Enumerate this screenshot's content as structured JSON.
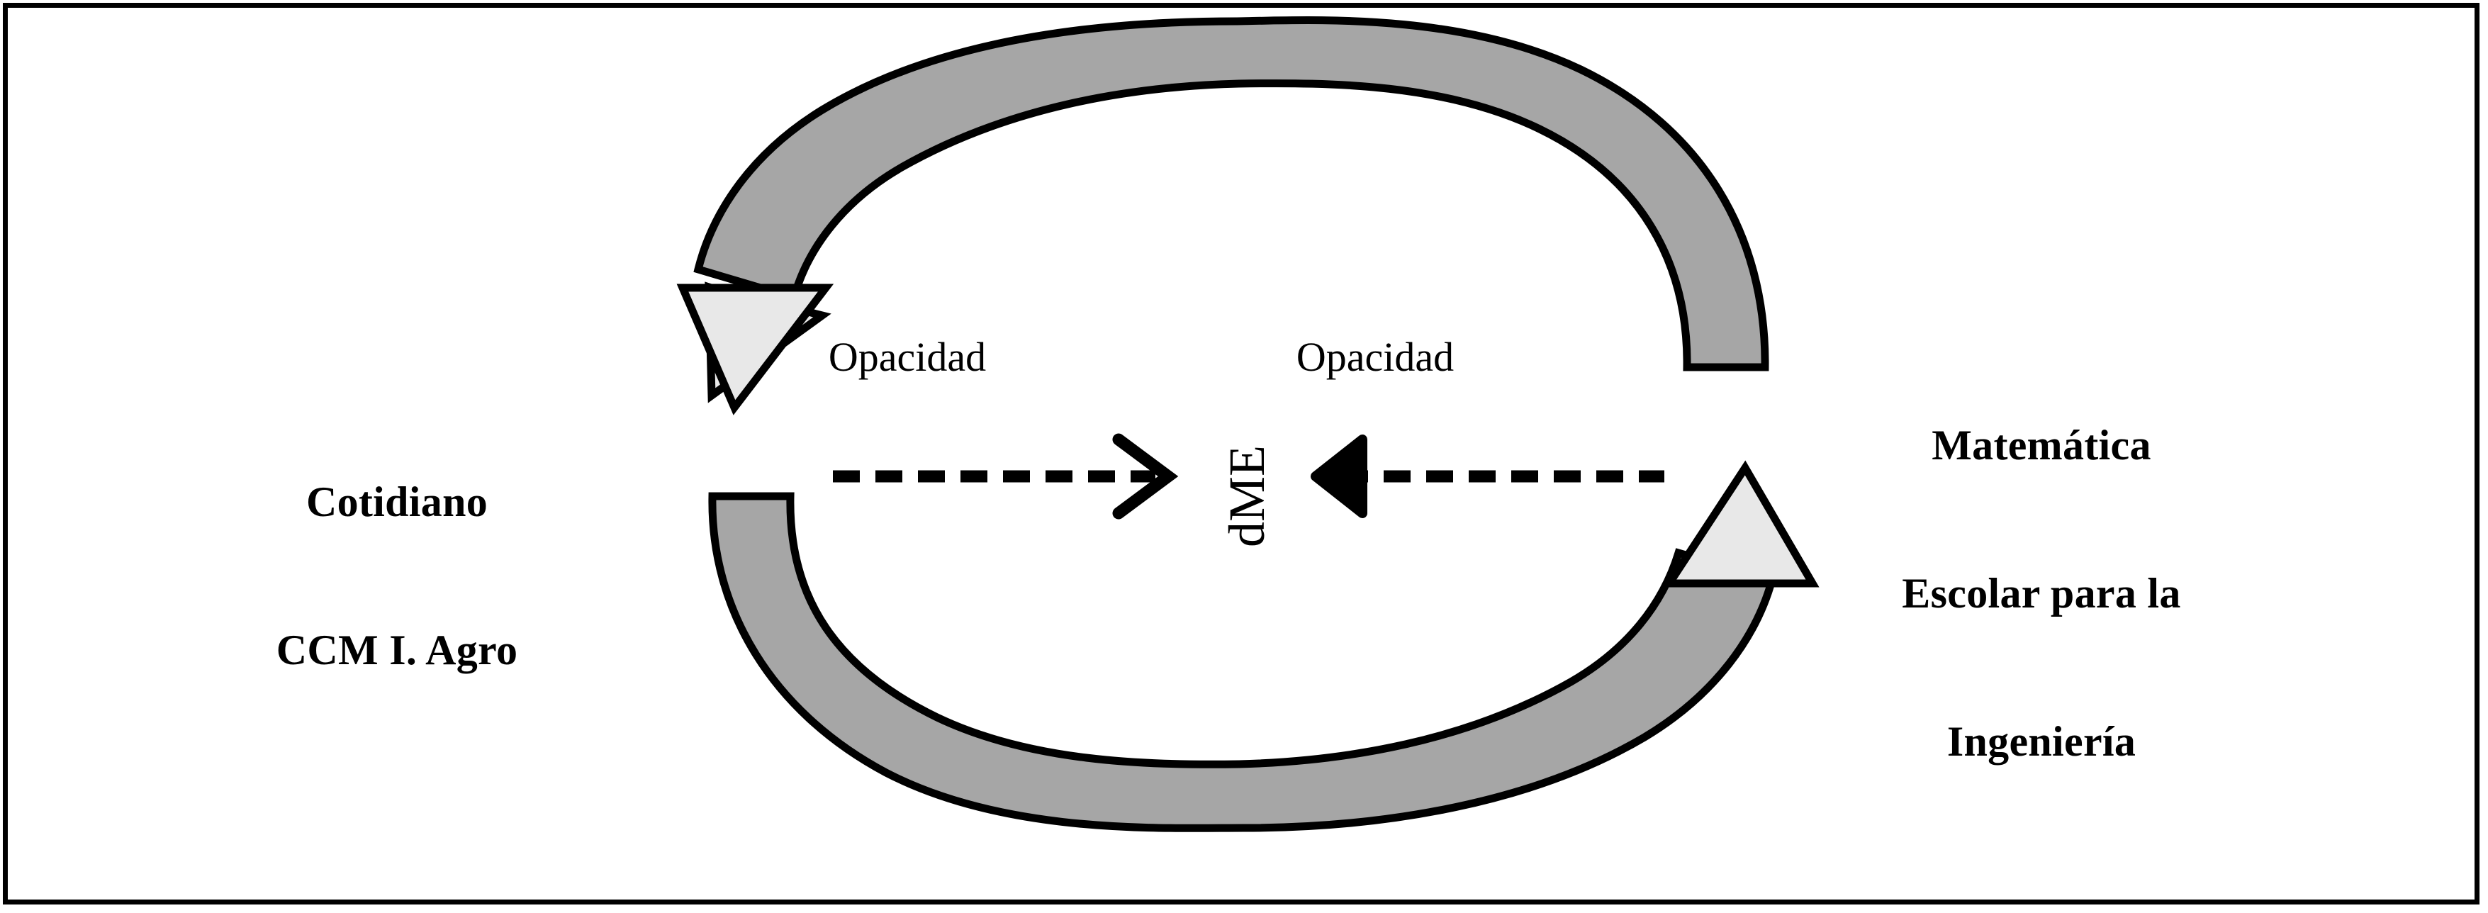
{
  "figure": {
    "type": "cycle-diagram",
    "border_color": "#000000",
    "background": "#ffffff",
    "band_gray": "#A6A6A6",
    "arrowhead_gray": "#E8E8E8",
    "stroke": "#000000"
  },
  "labels": {
    "left_pole": {
      "line1": "Cotidiano",
      "line2": "CCM I. Agro"
    },
    "right_pole": {
      "line1": "Matemática",
      "line2": "Escolar para la",
      "line3": "Ingeniería"
    },
    "center": "dME",
    "opacity_left": "Opacidad",
    "opacity_right": "Opacidad"
  },
  "arrows": {
    "top_curve": {
      "name": "curved-arrow-right-to-left",
      "direction": "right-to-left",
      "head_position": "left"
    },
    "bottom_curve": {
      "name": "curved-arrow-left-to-right",
      "direction": "left-to-right",
      "head_position": "right"
    },
    "dashed_left": {
      "name": "dashed-arrow-right",
      "direction": "right"
    },
    "dashed_right": {
      "name": "dashed-arrow-left",
      "direction": "left"
    }
  }
}
